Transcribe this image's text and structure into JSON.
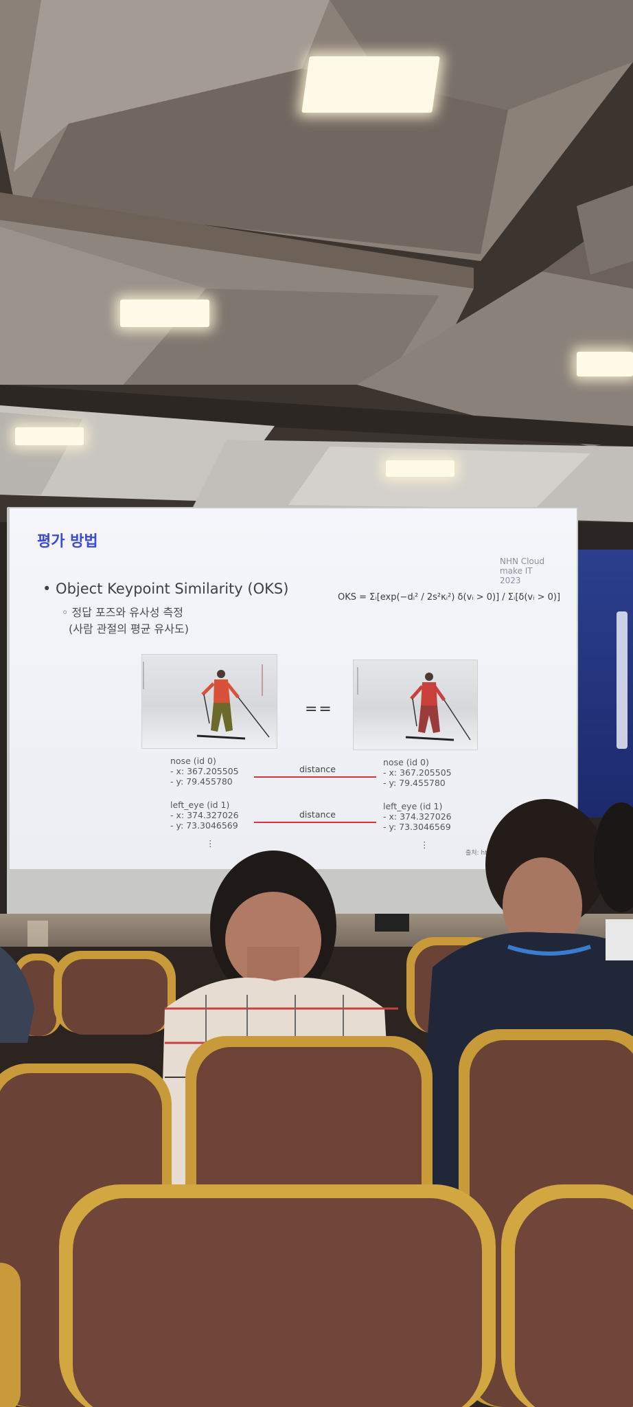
{
  "slide": {
    "title": "평가 방법",
    "brand_line1": "NHN Cloud",
    "brand_line2": "make IT 2023",
    "bullet": "• Object Keypoint Similarity (OKS)",
    "sub1": "◦ 정답 포즈와 유사성 측정",
    "sub2": "(사람 관절의 평균 유사도)",
    "formula": "OKS = Σᵢ[exp(−dᵢ² / 2s²κᵢ²) δ(vᵢ > 0)] / Σᵢ[δ(vᵢ > 0)]",
    "equals": "==",
    "left_nose": "nose (id 0)\n- x: 367.205505\n- y: 79.455780",
    "left_eye": "left_eye (id 1)\n- x: 374.327026\n- y: 73.3046569",
    "right_nose": "nose (id 0)\n- x: 367.205505\n- y: 79.455780",
    "right_eye": "left_eye (id 1)\n- x: 374.327026\n- y: 73.3046569",
    "distance1": "distance",
    "distance2": "distance",
    "ellipsis": "⋮",
    "source": "출처: http"
  },
  "colors": {
    "title": "#3a4ad9",
    "distance_line": "#d8323a",
    "chair_frame": "#caa03c",
    "chair_fabric": "#6c4236",
    "banner": "#2b3f8e"
  }
}
